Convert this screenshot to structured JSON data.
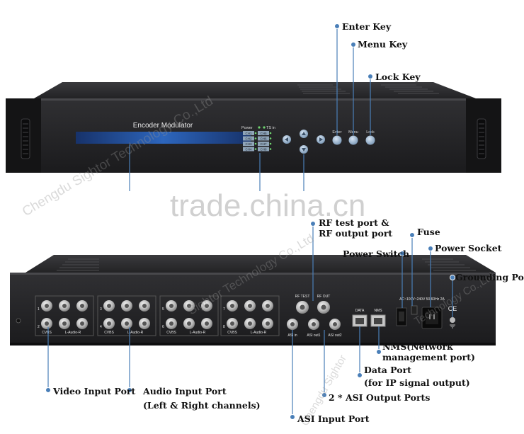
{
  "watermark": {
    "main": "trade.china.cn",
    "company_top": "Chengdu Sightor Technology Co.,Ltd",
    "company_mid": "Sightor Technology Co.,Ltd",
    "company_right": "Technology Co.,Ltd",
    "company_bottom": "Chengdu Sightor"
  },
  "front_panel": {
    "title": "Encoder Modulator",
    "power": "Power",
    "ts_in": "TS in",
    "channels": [
      "CH1",
      "CH5",
      "CH2",
      "CH6",
      "CH3",
      "CH7",
      "CH4",
      "CH8"
    ],
    "btn_enter": "Enter",
    "btn_menu": "Menu",
    "btn_lock": "Lock"
  },
  "rear_panel": {
    "group_nums": [
      "1",
      "2",
      "3",
      "4",
      "5",
      "6",
      "7",
      "8"
    ],
    "cvbs": "CVBS",
    "audio": "L-Audio-R",
    "rf_test": "RF TEST",
    "rf_out": "RF OUT",
    "asi_in": "ASI in",
    "asi_out1": "ASI out1",
    "asi_out2": "ASI out2",
    "data": "DATA",
    "nms": "NMS",
    "power_rating": "AC~100V~240V  50/60Hz  2A",
    "ce": "CE"
  },
  "labels": {
    "enter_key": "Enter Key",
    "menu_key": "Menu Key",
    "lock_key": "Lock Key",
    "rf_port_1": "RF test port &",
    "rf_port_2": "RF output port",
    "fuse": "Fuse",
    "power_switch": "Power Switch",
    "power_socket": "Power Socket",
    "grounding_pole": "Grounding Pole",
    "nms_1": "NMS(Network",
    "nms_2": "management port)",
    "data_port_1": "Data Port",
    "data_port_2": "(for IP signal output)",
    "asi_output": "2 * ASI Output Ports",
    "video_input": "Video Input Port",
    "audio_input_1": "Audio Input Port",
    "audio_input_2": "(Left & Right channels)",
    "asi_input": "ASI Input Port"
  },
  "colors": {
    "device": "#2a2a2c",
    "device_dark": "#161617",
    "bnc": "#c9c9c9",
    "callout": "#4a7fb8",
    "screen": "#2b63b8"
  }
}
